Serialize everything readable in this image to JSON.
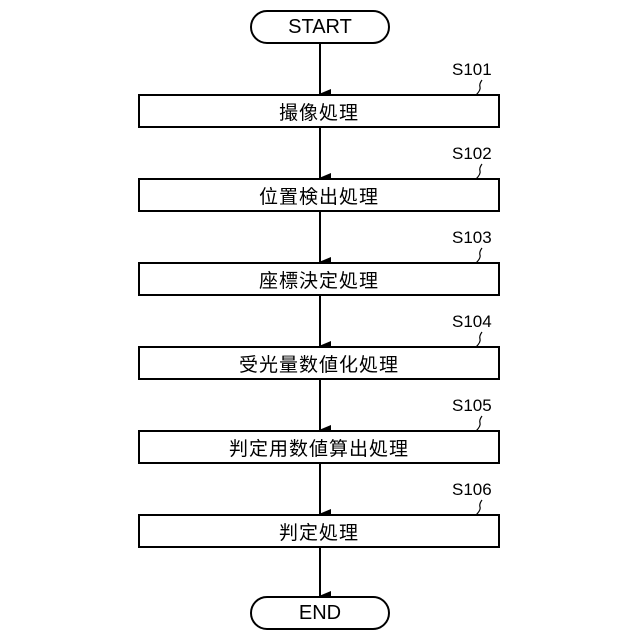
{
  "flowchart": {
    "start": {
      "label": "START"
    },
    "end": {
      "label": "END"
    },
    "steps": [
      {
        "id": "S101",
        "label": "撮像処理"
      },
      {
        "id": "S102",
        "label": "位置検出処理"
      },
      {
        "id": "S103",
        "label": "座標決定処理"
      },
      {
        "id": "S104",
        "label": "受光量数値化処理"
      },
      {
        "id": "S105",
        "label": "判定用数値算出処理"
      },
      {
        "id": "S106",
        "label": "判定処理"
      }
    ]
  }
}
